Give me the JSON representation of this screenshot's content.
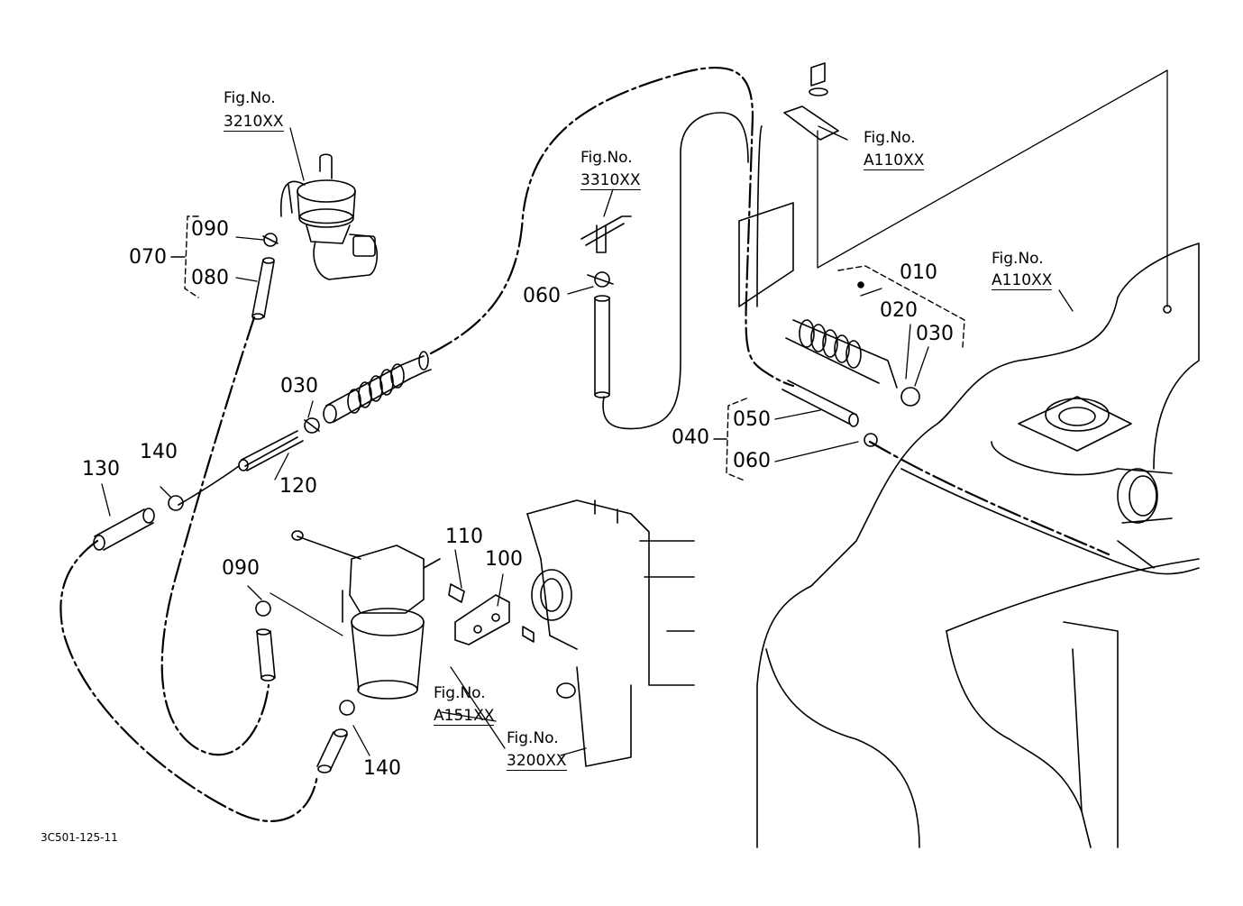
{
  "document_code": "3C501-125-11",
  "fig_label": "Fig.No.",
  "figure_refs": {
    "fuel_pump": "3210XX",
    "tee_joint": "3310XX",
    "bracket": "A110XX",
    "fuel_tank": "A110XX",
    "fuel_filter": "A151XX",
    "injection_pump": "3200XX"
  },
  "part_numbers": {
    "p010": "010",
    "p020": "020",
    "p030_right": "030",
    "p030_left": "030",
    "p040": "040",
    "p050": "050",
    "p060_center": "060",
    "p060_right": "060",
    "p070": "070",
    "p080": "080",
    "p090_top": "090",
    "p090_bottom": "090",
    "p100": "100",
    "p110": "110",
    "p120": "120",
    "p130": "130",
    "p140_top": "140",
    "p140_bottom": "140"
  }
}
